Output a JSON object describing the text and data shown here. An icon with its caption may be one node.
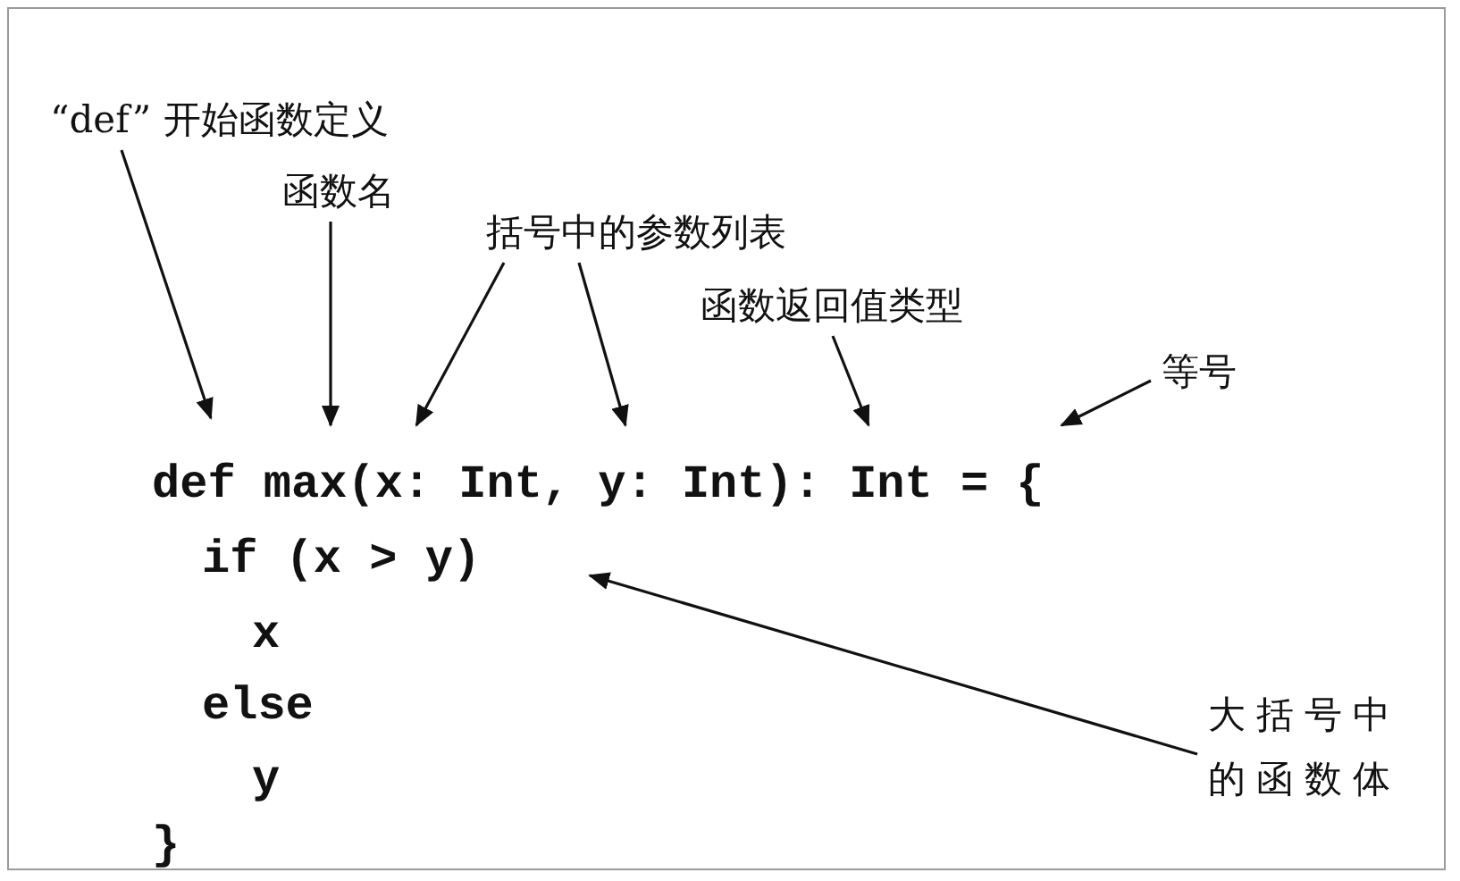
{
  "diagram": {
    "nodes": [
      {
        "text": [
          "“def” 开始函数定义"
        ]
      },
      {
        "text": [
          "函数名"
        ]
      },
      {
        "text": [
          "括号中的参数列表"
        ]
      },
      {
        "text": [
          "函数返回值类型"
        ]
      },
      {
        "text": [
          "等号"
        ]
      },
      {
        "text": [
          "大括号中的函数体"
        ]
      }
    ],
    "edges": [
      {
        "from": 0,
        "to": null,
        "arrow": "to"
      },
      {
        "from": 1,
        "to": null,
        "arrow": "to"
      },
      {
        "from": 2,
        "to": null,
        "arrow": "to"
      },
      {
        "from": 2,
        "to": null,
        "arrow": "to"
      },
      {
        "from": 3,
        "to": null,
        "arrow": "to"
      },
      {
        "from": 4,
        "to": null,
        "arrow": "to"
      },
      {
        "from": 5,
        "to": null,
        "arrow": "to"
      }
    ],
    "labels": [
      "def max(x: Int, y: Int): Int = {",
      "if (x > y)",
      "x",
      "else",
      "y",
      "}"
    ]
  }
}
